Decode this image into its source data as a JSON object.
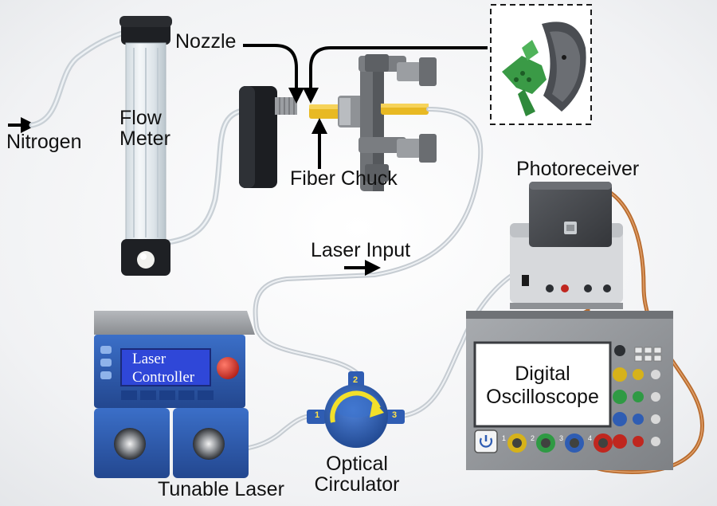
{
  "labels": {
    "nitrogen": "Nitrogen",
    "flow_meter": [
      "Flow",
      "Meter"
    ],
    "nozzle": "Nozzle",
    "fiber_chuck": "Fiber Chuck",
    "photoreceiver": "Photoreceiver",
    "laser_input": "Laser Input",
    "tunable_laser": "Tunable Laser",
    "optical_circulator": [
      "Optical",
      "Circulator"
    ]
  },
  "laser_controller_screen": [
    "Laser",
    "Controller"
  ],
  "oscilloscope_screen": [
    "Digital",
    "Oscilloscope"
  ],
  "circulator_ports": [
    "1",
    "2",
    "3"
  ],
  "oscilloscope_channels": [
    "1",
    "2",
    "3",
    "4"
  ],
  "colors": {
    "device_blue": "#2f5db3",
    "tube": "#d7dde2",
    "copper_cable": "#b86b2e",
    "fiber_tip": "#e8b923",
    "nozzle_green": "#3a9a46",
    "chassis_grey": "#8f9296"
  }
}
